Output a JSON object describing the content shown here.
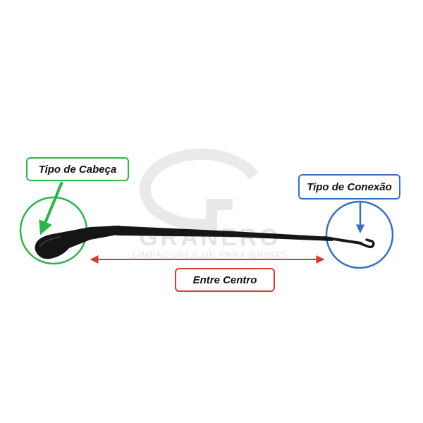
{
  "labels": {
    "head_type": "Tipo de Cabeça",
    "connection_type": "Tipo de Conexão",
    "center_distance": "Entre Centro"
  },
  "watermark": {
    "brand": "GRANERO",
    "tagline": "LIMPADORES DE PARA-BRISAS"
  },
  "colors": {
    "head_accent": "#2db34a",
    "connection_accent": "#3a6fbf",
    "center_accent": "#d63a34",
    "arm": "#141414",
    "watermark": "#c8c8c8"
  },
  "subject": "wiper-arm"
}
